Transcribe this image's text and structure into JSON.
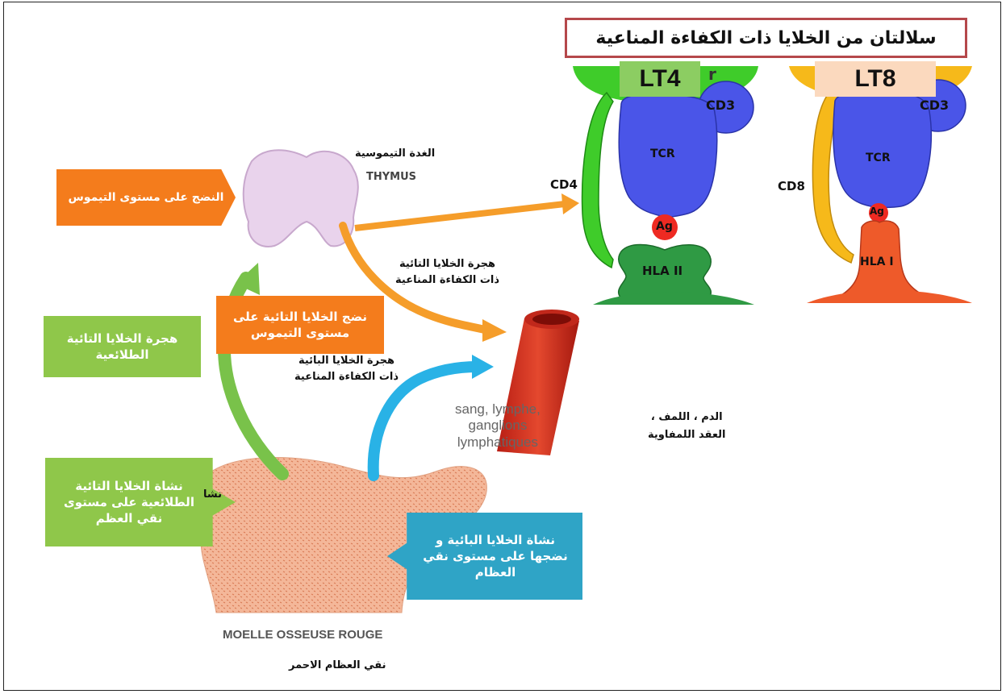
{
  "title": "سلالتان من الخلايا ذات الكفاءة المناعية",
  "colors": {
    "title_border": "#b5484b",
    "orange_box": "#f47c1c",
    "green_box": "#8fc74a",
    "blue_box": "#2fa4c6",
    "thymus": "#e7d0ea",
    "marrow": "#f3b596",
    "vessel": "#d8382a",
    "tcr": "#4a55e8",
    "hla2": "#2f9a44",
    "hla1": "#ee5a2a",
    "cd4_band": "#3fcc2a",
    "cd8_band": "#f6b91a"
  },
  "thymus": {
    "label_ar": "الغدة التيموسية",
    "label_fr": "THYMUS"
  },
  "marrow": {
    "label_fr": "MOELLE OSSEUSE ROUGE",
    "label_ar": "نقي العظام الاحمر"
  },
  "vessel": {
    "label_fr_lines": [
      "sang, lymphe,",
      "ganglions",
      "lymphatiques"
    ],
    "label_ar_lines": [
      "الدم ، اللمف ،",
      "العقد اللمفاوية"
    ]
  },
  "arrows": {
    "t_migration_lines": [
      "هجرة الخلايا التائية",
      "ذات الكفاءة المناعية"
    ],
    "b_migration_lines": [
      "هجرة الخلايا البائية",
      "ذات الكفاءة المناعية"
    ]
  },
  "boxes": {
    "thymus_maturation": "النضج على مستوى التيموس",
    "t_maturation_lines": [
      "نضج الخلايا التائية على",
      "مستوى التيموس"
    ],
    "pre_t_migration_lines": [
      "هجرة الخلايا التائية",
      "الطلائعية"
    ],
    "pre_t_origin_lines": [
      "نشاة الخلايا التائية",
      "الطلائعية على مستوى",
      "نقي العظم"
    ],
    "b_origin_lines": [
      "نشاة الخلايا البائية و",
      "نضجها على مستوى نقي",
      "العظام"
    ],
    "marrow_edge_text": "نشا"
  },
  "lt4": {
    "tag": "LT4",
    "cd3": "CD3",
    "tcr": "TCR",
    "ag": "Ag",
    "hla": "HLA II",
    "coreceptor": "CD4",
    "partial": "r"
  },
  "lt8": {
    "tag": "LT8",
    "cd3": "CD3",
    "tcr": "TCR",
    "ag": "Ag",
    "hla": "HLA I",
    "coreceptor": "CD8"
  }
}
